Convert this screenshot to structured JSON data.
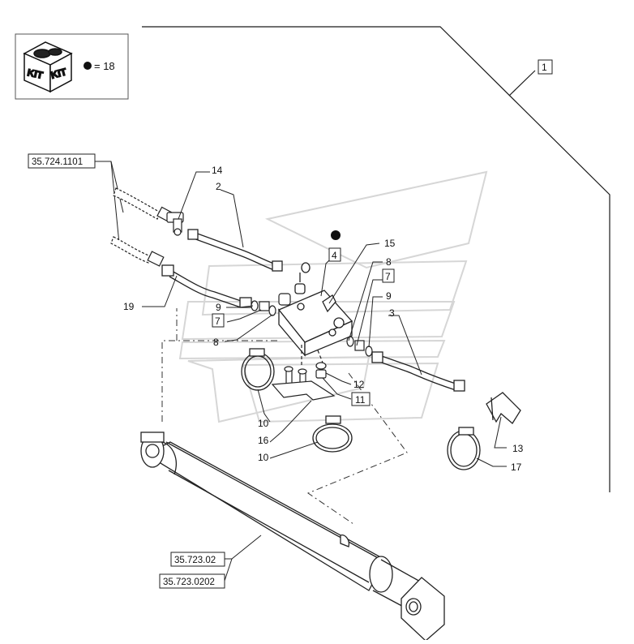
{
  "kit_legend": {
    "kit_word": "KIT",
    "equals_count": "= 18"
  },
  "references": {
    "hose_ref": "35.724.1101",
    "cylinder_ref_a": "35.723.02",
    "cylinder_ref_b": "35.723.0202"
  },
  "boxed_callouts": {
    "item_1": "1",
    "item_4": "4",
    "item_7a": "7",
    "item_7b": "7",
    "item_11": "11"
  },
  "callouts": {
    "item_2": "2",
    "item_3": "3",
    "item_8a": "8",
    "item_8b": "8",
    "item_9a": "9",
    "item_9b": "9",
    "item_10a": "10",
    "item_10b": "10",
    "item_12": "12",
    "item_13": "13",
    "item_14": "14",
    "item_15": "15",
    "item_16": "16",
    "item_17": "17",
    "item_19": "19"
  },
  "colors": {
    "line": "#1a1a1a",
    "watermark": "#d9d9d9",
    "kit_icon_fill": "#222222"
  }
}
